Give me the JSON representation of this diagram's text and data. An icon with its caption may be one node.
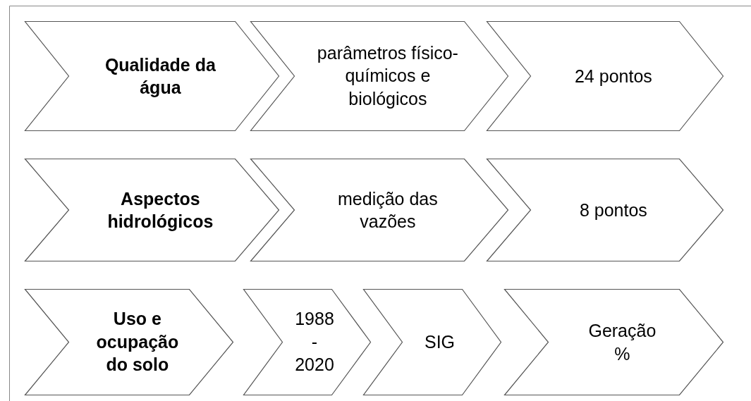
{
  "diagram": {
    "nodes": [
      {
        "text": [
          "Qualidade da água"
        ]
      },
      {
        "text": [
          "parâmetros físico-químicos e biológicos"
        ]
      },
      {
        "text": [
          "24 pontos"
        ]
      },
      {
        "text": [
          "Aspectos hidrológicos"
        ]
      },
      {
        "text": [
          "medição das vazões"
        ]
      },
      {
        "text": [
          "8 pontos"
        ]
      },
      {
        "text": [
          "Uso e ocupação do solo"
        ]
      },
      {
        "text": [
          "1988 - 2020"
        ]
      },
      {
        "text": [
          "SIG"
        ]
      },
      {
        "text": [
          "Geração %"
        ]
      }
    ]
  }
}
